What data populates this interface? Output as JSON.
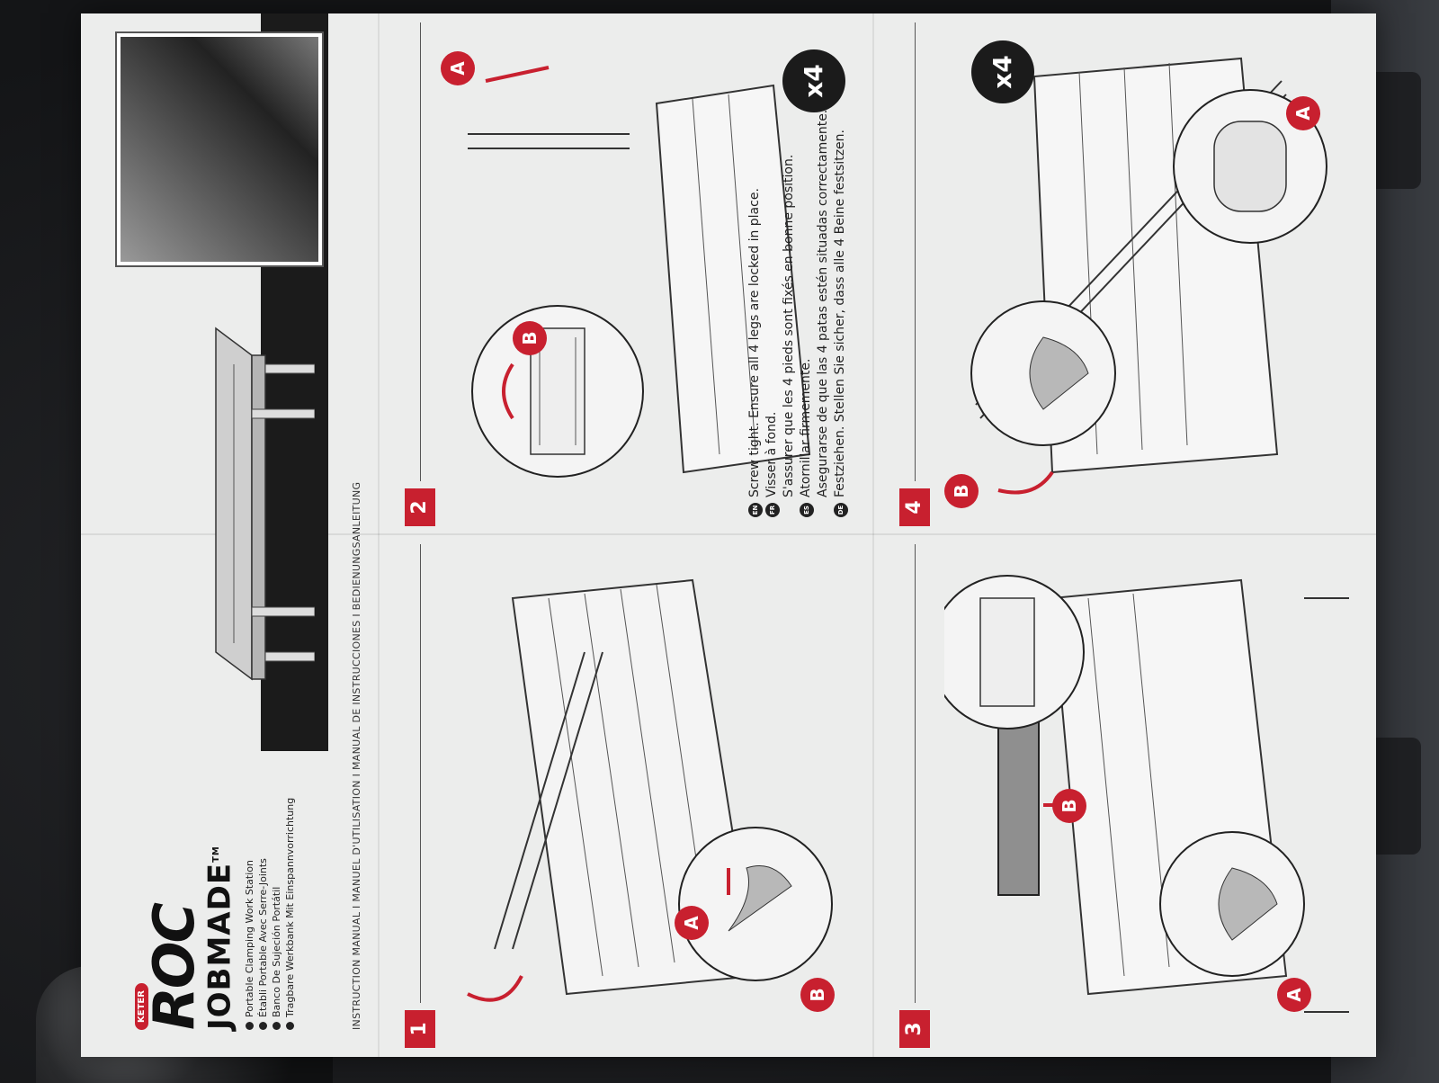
{
  "header": {
    "brand_badge": "KETER",
    "logo_line1": "ROC",
    "logo_line2": "JOBMADE",
    "trademark": "TM",
    "subtitles": [
      "Portable Clamping Work Station",
      "Établi Portable Avec Serre-Joints",
      "Banco De Sujeción Portátil",
      "Tragbare Werkbank Mit Einspannvorrichtung"
    ],
    "manual_line": "INSTRUCTION MANUAL I MANUEL D'UTILISATION I MANUAL DE INSTRUCCIONES I BEDIENUNGSANLEITUNG"
  },
  "steps": [
    {
      "number": "1",
      "callouts": [
        "A",
        "B"
      ]
    },
    {
      "number": "2",
      "callouts": [
        "A",
        "B"
      ],
      "multiplier": "x4"
    },
    {
      "number": "3",
      "callouts": [
        "A",
        "B"
      ]
    },
    {
      "number": "4",
      "callouts": [
        "A",
        "B"
      ],
      "multiplier": "x4"
    }
  ],
  "instructions": {
    "en": {
      "code": "EN",
      "text": "Screw tight. Ensure all 4 legs are locked in place."
    },
    "fr_1": {
      "code": "FR",
      "text": "Visser à fond."
    },
    "fr_2": {
      "text": "S'assurer que les 4 pieds sont fixés en bonne position."
    },
    "es_1": {
      "code": "ES",
      "text": "Atornillar firmemente."
    },
    "es_2": {
      "text": "Asegurarse de que las 4 patas estén situadas correctamente."
    },
    "de": {
      "code": "DE",
      "text": "Festziehen. Stellen Sie sicher, dass alle 4 Beine festsitzen."
    }
  }
}
